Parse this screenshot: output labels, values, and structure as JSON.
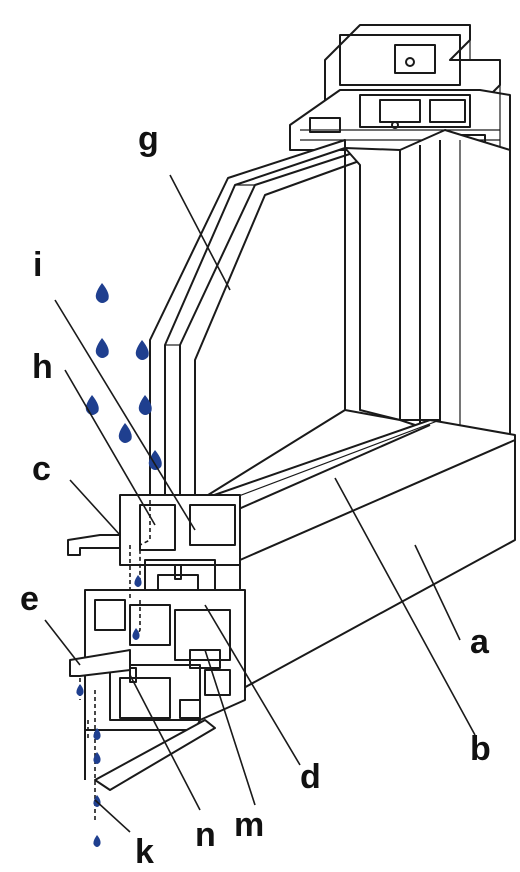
{
  "labels": {
    "a": "a",
    "b": "b",
    "c": "c",
    "d": "d",
    "e": "e",
    "g": "g",
    "h": "h",
    "i": "i",
    "k": "k",
    "m": "m",
    "n": "n"
  },
  "colors": {
    "line": "#1a1a1a",
    "drop": "#1f3f8f",
    "background": "#ffffff"
  }
}
